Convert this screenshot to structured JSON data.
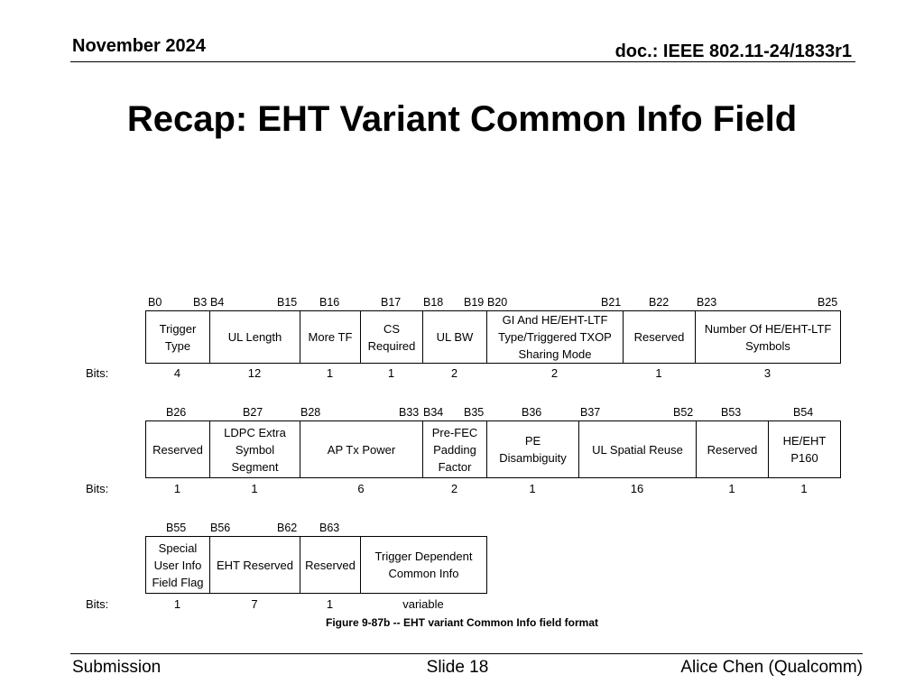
{
  "header": {
    "date": "November 2024",
    "doc": "doc.: IEEE 802.11-24/1833r1"
  },
  "title": "Recap: EHT Variant Common Info Field",
  "bits_label": "Bits:",
  "rows": [
    {
      "bit_labels": [
        "B0",
        "B3",
        "B4",
        "B15",
        "B16",
        "B17",
        "B18",
        "B19",
        "B20",
        "B21",
        "B22",
        "B23",
        "B25"
      ],
      "fields": [
        "Trigger\nType",
        "UL Length",
        "More TF",
        "CS\nRequired",
        "UL BW",
        "GI And HE/EHT-LTF\nType/Triggered TXOP\nSharing Mode",
        "Reserved",
        "Number Of HE/EHT-LTF\nSymbols"
      ],
      "bits": [
        "4",
        "12",
        "1",
        "1",
        "2",
        "2",
        "1",
        "3"
      ]
    },
    {
      "bit_labels": [
        "B26",
        "B27",
        "B28",
        "B33",
        "B34",
        "B35",
        "B36",
        "B37",
        "B52",
        "B53",
        "B54"
      ],
      "fields": [
        "Reserved",
        "LDPC Extra\nSymbol\nSegment",
        "AP Tx Power",
        "Pre-FEC\nPadding\nFactor",
        "PE\nDisambiguity",
        "UL Spatial Reuse",
        "Reserved",
        "HE/EHT\nP160"
      ],
      "bits": [
        "1",
        "1",
        "6",
        "2",
        "1",
        "16",
        "1",
        "1"
      ]
    },
    {
      "bit_labels": [
        "B55",
        "B56",
        "B62",
        "B63"
      ],
      "fields": [
        "Special\nUser Info\nField Flag",
        "EHT Reserved",
        "Reserved",
        "Trigger Dependent\nCommon Info"
      ],
      "bits": [
        "1",
        "7",
        "1",
        "variable"
      ]
    }
  ],
  "caption": "Figure 9-87b -- EHT variant Common Info field format",
  "footer": {
    "left": "Submission",
    "center": "Slide 18",
    "right": "Alice Chen (Qualcomm)"
  }
}
